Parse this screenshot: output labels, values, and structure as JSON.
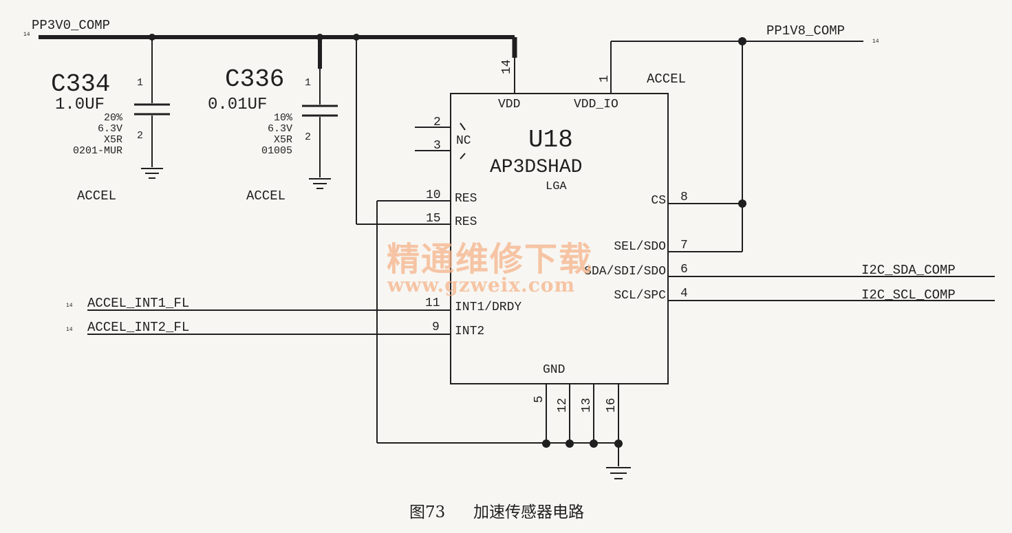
{
  "nets": {
    "pp3v0": "PP3V0_COMP",
    "pp1v8": "PP1V8_COMP",
    "i2c_sda": "I2C_SDA_COMP",
    "i2c_scl": "I2C_SCL_COMP",
    "int1": "ACCEL_INT1_FL",
    "int2": "ACCEL_INT2_FL",
    "page_ref": "14"
  },
  "c334": {
    "ref": "C334",
    "value": "1.0UF",
    "tol": "20%",
    "volt": "6.3V",
    "dielectric": "X5R",
    "pkg": "0201-MUR",
    "pin1": "1",
    "pin2": "2",
    "group": "ACCEL"
  },
  "c336": {
    "ref": "C336",
    "value": "0.01UF",
    "tol": "10%",
    "volt": "6.3V",
    "dielectric": "X5R",
    "pkg": "01005",
    "pin1": "1",
    "pin2": "2",
    "group": "ACCEL"
  },
  "u18": {
    "ref": "U18",
    "part": "AP3DSHAD",
    "pkg": "LGA",
    "group": "ACCEL",
    "pins": {
      "vdd": {
        "num": "14",
        "name": "VDD"
      },
      "vdd_io": {
        "num": "1",
        "name": "VDD_IO"
      },
      "nc_a": {
        "num": "2"
      },
      "nc_b": {
        "num": "3"
      },
      "nc_name": "NC",
      "res10": {
        "num": "10",
        "name": "RES"
      },
      "res15": {
        "num": "15",
        "name": "RES"
      },
      "int1": {
        "num": "11",
        "name": "INT1/DRDY"
      },
      "int2": {
        "num": "9",
        "name": "INT2"
      },
      "cs": {
        "num": "8",
        "name": "CS"
      },
      "sel": {
        "num": "7",
        "name": "SEL/SDO"
      },
      "sda": {
        "num": "6",
        "name": "SDA/SDI/SDO"
      },
      "scl": {
        "num": "4",
        "name": "SCL/SPC"
      },
      "gnd_name": "GND",
      "gnd": [
        "5",
        "12",
        "13",
        "16"
      ]
    }
  },
  "watermark": {
    "title": "精通维修下载",
    "url": "www.gzweix.com"
  },
  "caption": {
    "fig": "图73",
    "text": "加速传感器电路"
  }
}
